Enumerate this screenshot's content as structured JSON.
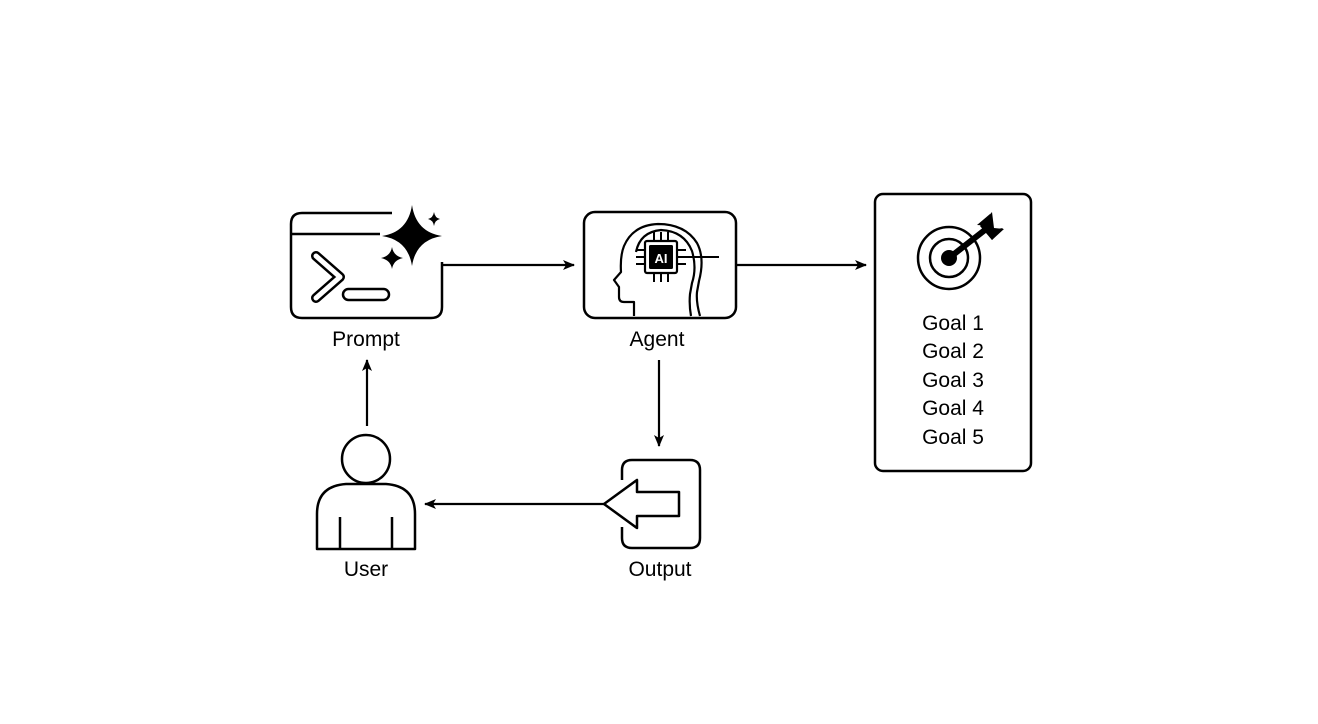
{
  "nodes": {
    "prompt": {
      "label": "Prompt",
      "icon": "prompt-terminal-sparkle-icon"
    },
    "agent": {
      "label": "Agent",
      "icon": "ai-head-icon",
      "chip_text": "AI"
    },
    "goals": {
      "icon": "target-dart-icon",
      "items": [
        "Goal 1",
        "Goal 2",
        "Goal 3",
        "Goal 4",
        "Goal 5"
      ]
    },
    "output": {
      "label": "Output",
      "icon": "output-arrow-icon"
    },
    "user": {
      "label": "User",
      "icon": "user-person-icon"
    }
  },
  "colors": {
    "stroke": "#000000",
    "background": "#ffffff"
  }
}
